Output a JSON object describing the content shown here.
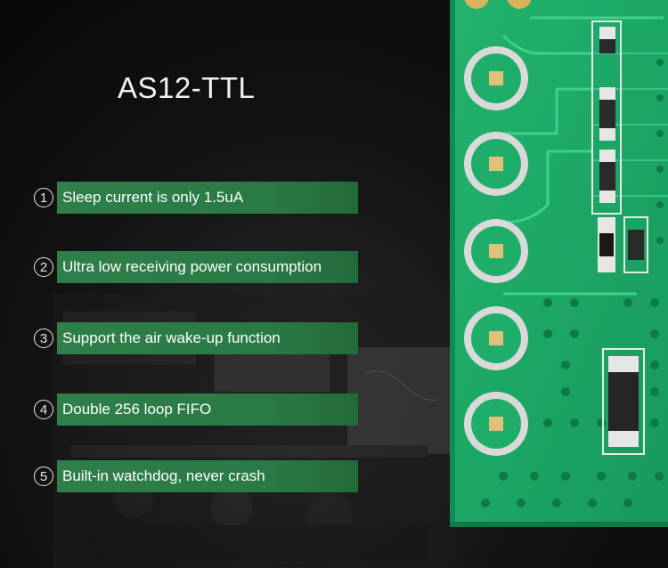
{
  "title": "AS12-TTL",
  "features": [
    {
      "num": "1",
      "text": "Sleep current is only 1.5uA"
    },
    {
      "num": "2",
      "text": "Ultra low receiving power consumption"
    },
    {
      "num": "3",
      "text": "Support the air wake-up function"
    },
    {
      "num": "4",
      "text": "Double 256 loop FIFO"
    },
    {
      "num": "5",
      "text": "Built-in watchdog, never crash"
    }
  ],
  "colors": {
    "pcb": "#1ea566",
    "bar": "#2f7f4a",
    "background": "#0a0a0a"
  }
}
